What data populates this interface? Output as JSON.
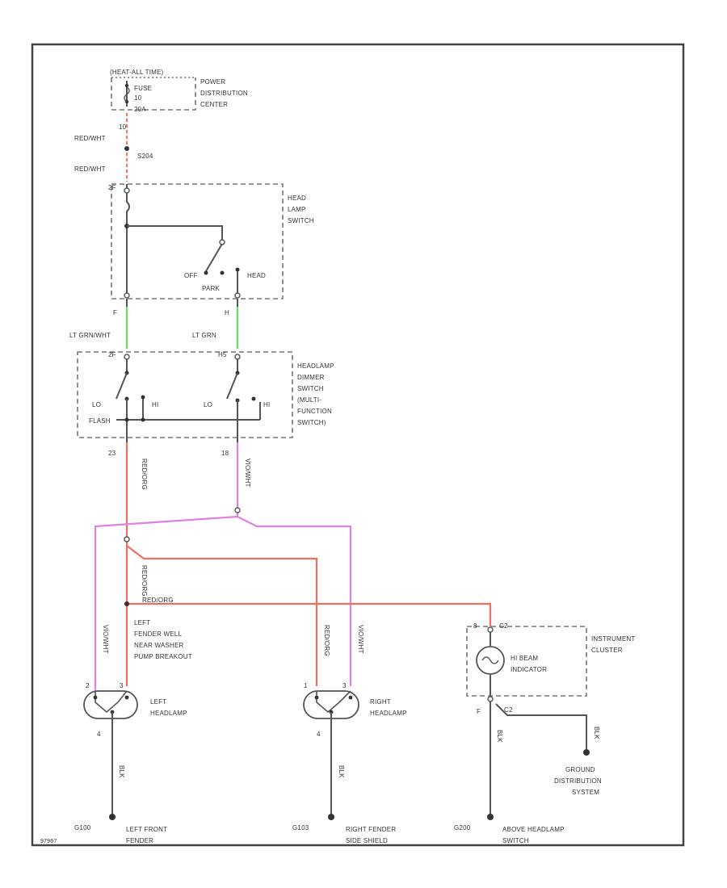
{
  "colors": {
    "red": "#f07060",
    "pink": "#f07a6a",
    "green": "#66dd66",
    "violet": "#e080e0",
    "black": "#444444"
  },
  "icons": [
    "switch-contact-icon",
    "lamp-icon",
    "ground-icon",
    "splice-node-icon"
  ],
  "components": {
    "fuse_header": "(HEAT-ALL TIME)",
    "fuse_lines": [
      "FUSE",
      "10",
      "20A"
    ],
    "pdc_lines": [
      "POWER",
      "DISTRIBUTION",
      "CENTER"
    ],
    "headlamp_switch_lines": [
      "HEAD",
      "LAMP",
      "SWITCH"
    ],
    "dimmer_switch_lines": [
      "HEADLAMP",
      "DIMMER",
      "SWITCH",
      "(MULTI-",
      "FUNCTION",
      "SWITCH)"
    ],
    "instrument_cluster_lines": [
      "INSTRUMENT",
      "CLUSTER"
    ],
    "hi_beam_indicator_lines": [
      "HI BEAM",
      "INDICATOR"
    ],
    "left_headlamp_lines": [
      "LEFT",
      "HEADLAMP"
    ],
    "right_headlamp_lines": [
      "RIGHT",
      "HEADLAMP"
    ],
    "ground_dist_lines": [
      "GROUND",
      "DISTRIBUTION",
      "SYSTEM"
    ]
  },
  "switch_labels": {
    "off": "OFF",
    "park": "PARK",
    "head": "HEAD",
    "lo_left": "LO",
    "hi_left": "HI",
    "lo_right": "LO",
    "hi_right": "HI",
    "flash": "FLASH"
  },
  "pins": {
    "fuse_out": "10",
    "sw_in": "2F",
    "sw_out_left": "F",
    "sw_out_right": "H",
    "dim_in_left": "2F",
    "dim_in_right": "H5",
    "dim_out_left": "23",
    "dim_out_right": "18",
    "lamp_left_a": "2",
    "lamp_left_b": "3",
    "lamp_left_gnd": "4",
    "lamp_right_a": "1",
    "lamp_right_b": "3",
    "lamp_right_gnd": "4",
    "cluster_in_a": "8",
    "cluster_in_b": "C2",
    "cluster_out_a": "F",
    "cluster_out_b": "C2"
  },
  "wire_labels": {
    "red_wht_1": "RED/WHT",
    "red_wht_2": "RED/WHT",
    "lt_grn_wht": "LT GRN/WHT",
    "lt_grn": "LT GRN",
    "red_org_v": "RED/ORG",
    "violet_v": "VIO/WHT",
    "red_org_v2": "RED/ORG",
    "red_org_h": "RED/ORG",
    "violet_left": "VIO/WHT",
    "red_org_right": "RED/ORG",
    "violet_right": "VIO/WHT",
    "blk_left": "BLK",
    "blk_right": "BLK",
    "blk_cluster": "BLK",
    "blk_ground": "BLK"
  },
  "splices": {
    "s204": "S204",
    "s105_lines": [
      "LEFT",
      "FENDER WELL",
      "NEAR WASHER",
      "PUMP BREAKOUT"
    ]
  },
  "grounds": {
    "g100": "G100",
    "g100_lines": [
      "LEFT FRONT",
      "FENDER"
    ],
    "g103": "G103",
    "g103_lines": [
      "RIGHT FENDER",
      "SIDE SHIELD"
    ],
    "g200": "G200",
    "g200_lines": [
      "ABOVE HEADLAMP",
      "SWITCH"
    ]
  },
  "footer_code": "97967"
}
